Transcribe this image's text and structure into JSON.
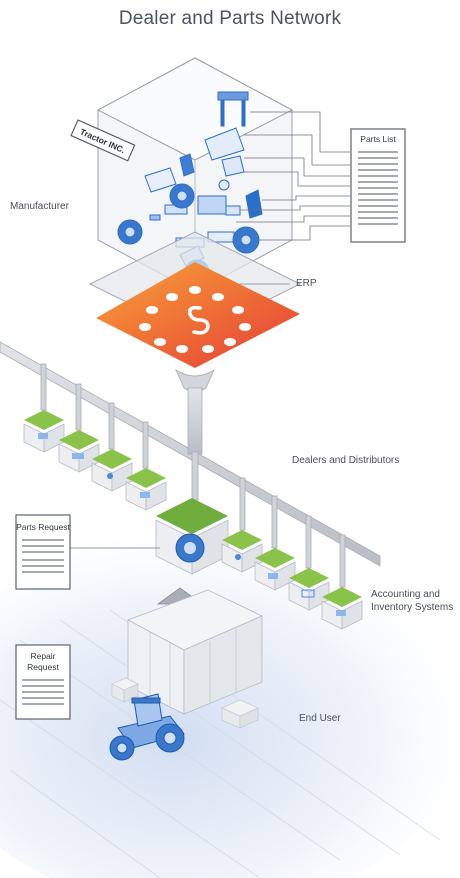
{
  "title": "Dealer and Parts Network",
  "manufacturer": {
    "label": "Manufacturer",
    "company_sign": "Tractor INC."
  },
  "parts_list": {
    "title": "Parts List"
  },
  "erp": {
    "label": "ERP"
  },
  "dealers": {
    "label": "Dealers and Distributors"
  },
  "parts_request": {
    "title": "Parts Request"
  },
  "accounting": {
    "label_line1": "Accounting and",
    "label_line2": "Inventory Systems"
  },
  "repair_request": {
    "title_line1": "Repair",
    "title_line2": "Request"
  },
  "end_user": {
    "label": "End User"
  },
  "colors": {
    "text": "#4a4f5a",
    "blueprint": "#2a6fc9",
    "erp_orange": "#f28a2e",
    "erp_red": "#e5463a",
    "pipe": "#c9ccd2",
    "node_green": "#7cb342"
  }
}
